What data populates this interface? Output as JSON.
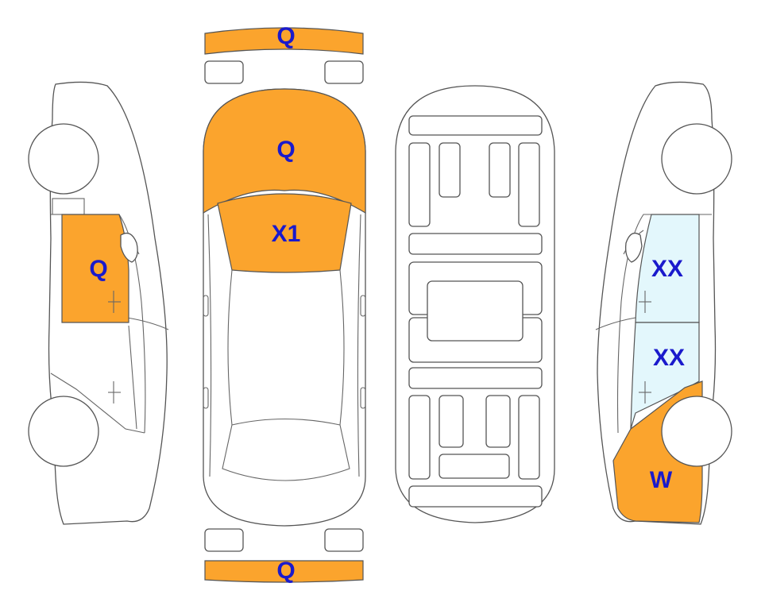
{
  "colors": {
    "damage_orange": "#FBA42D",
    "glass_light_blue": "#E3F7FC",
    "label_blue": "#1A1ACC",
    "outline": "#555555"
  },
  "parts": {
    "front_bumper": {
      "code": "Q"
    },
    "hood": {
      "code": "Q"
    },
    "windshield": {
      "code": "X1"
    },
    "left_front_door": {
      "code": "Q"
    },
    "rear_bumper": {
      "code": "Q"
    },
    "right_front_window": {
      "code": "XX"
    },
    "right_rear_window": {
      "code": "XX"
    },
    "right_rear_quarter": {
      "code": "W"
    }
  }
}
